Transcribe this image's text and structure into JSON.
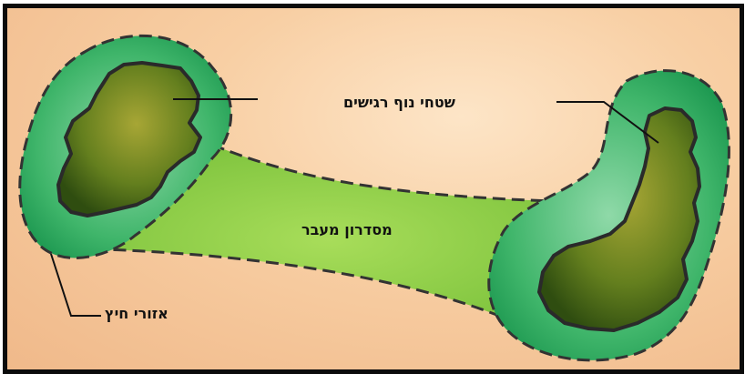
{
  "labels": {
    "sensitive": "שטחי נוף רגישים",
    "corridor": "מסדרון מעבר",
    "buffer": "אזורי חיץ"
  },
  "colors": {
    "background": "#f8cfa4",
    "corridor": "#8ccf4a",
    "buffer": "#3fb56a",
    "core": "#5d7a1c",
    "outline": "#2a2a2a",
    "frame": "#0b0b0b"
  }
}
